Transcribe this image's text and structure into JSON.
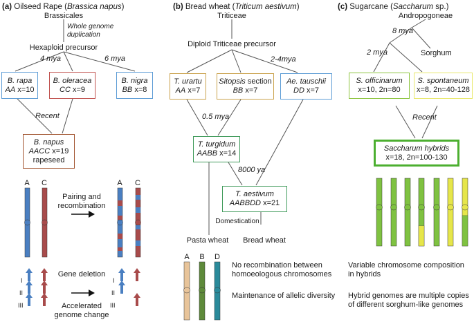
{
  "panels": {
    "a": {
      "letter": "(a)",
      "title_pre": "Oilseed Rape (",
      "title_italic": "Brassica napus",
      "title_post": ")"
    },
    "b": {
      "letter": "(b)",
      "title_pre": "Bread wheat (",
      "title_italic": "Triticum aestivum",
      "title_post": ")"
    },
    "c": {
      "letter": "(c)",
      "title_pre": "Sugarcane (",
      "title_italic": "Saccharum",
      "title_post": " sp.)"
    }
  },
  "brassica": {
    "order": "Brassicales",
    "wgd_line1": "Whole genome",
    "wgd_line2": "duplication",
    "precursor": "Hexaploid precursor",
    "age1": "4 mya",
    "age2": "6 mya",
    "rapa": {
      "name": "B. rapa",
      "genome": "AA",
      "count": "x=10",
      "color": "#5b9bd5"
    },
    "oleracea": {
      "name": "B. oleracea",
      "genome": "CC",
      "count": "x=9",
      "color": "#c0504d"
    },
    "nigra": {
      "name": "B. nigra",
      "genome": "BB",
      "count": "x=8",
      "color": "#5b9bd5"
    },
    "recent": "Recent",
    "napus": {
      "name": "B. napus",
      "genome": "AACC",
      "count": "x=19",
      "common": "rapeseed",
      "color": "#a0522d"
    },
    "chrom_a": "A",
    "chrom_c": "C",
    "pairing_line1": "Pairing and",
    "pairing_line2": "recombination",
    "gene_deletion": "Gene deletion",
    "accel_line1": "Accelerated",
    "accel_line2": "genome change",
    "roman": [
      "I",
      "II",
      "III"
    ],
    "chrom_colors": {
      "a": "#4a7fc1",
      "c": "#a84b4b"
    }
  },
  "wheat": {
    "tribe": "Triticeae",
    "precursor": "Diploid Triticeae precursor",
    "age1": "2-4mya",
    "urartu": {
      "name": "T. urartu",
      "genome": "AA",
      "count": "x=7",
      "color": "#c9a14a"
    },
    "sitopsis": {
      "name": "Sitopsis",
      "name_post": " section",
      "genome": "BB",
      "count": "x=7",
      "color": "#c9a14a"
    },
    "tauschii": {
      "name": "Ae. tauschii",
      "genome": "DD",
      "count": "x=7",
      "color": "#5b9bd5"
    },
    "age2": "0.5 mya",
    "turgidum": {
      "name": "T. turgidum",
      "genome": "AABB",
      "count": "x=14",
      "color": "#3f9a5a"
    },
    "age3": "8000 ya",
    "aestivum": {
      "name": "T. aestivum",
      "genome": "AABBDD",
      "count": "x=21",
      "color": "#3f9a5a"
    },
    "domestication": "Domestication",
    "pasta": "Pasta wheat",
    "bread": "Bread wheat",
    "chrom_labels": [
      "A",
      "B",
      "D"
    ],
    "chrom_colors": [
      "#e8c49a",
      "#5e8a3a",
      "#2a8a9a"
    ],
    "note1_line1": "No recombination between",
    "note1_line2": "homoeologous chromosomes",
    "note2": "Maintenance of allelic diversity"
  },
  "sugarcane": {
    "tribe": "Andropogoneae",
    "age1": "8 mya",
    "age2": "2 mya",
    "sorghum": "Sorghum",
    "officinarum": {
      "name": "S. officinarum",
      "count": "x=10, 2n=80",
      "color": "#8cc43c"
    },
    "spontaneum": {
      "name": "S. spontaneum",
      "count": "x=8, 2n=40-128",
      "color": "#e8e86a"
    },
    "recent": "Recent",
    "hybrids": {
      "name": "Saccharum hybrids",
      "count": "x=18, 2n=100-130",
      "color": "#4caf30"
    },
    "chrom_colors": {
      "green": "#7fc241",
      "yellow": "#e6e64a"
    },
    "note1_line1": "Variable chromosome composition",
    "note1_line2": "in hybrids",
    "note2_line1": "Hybrid genomes are multiple copies",
    "note2_line2": "of different sorghum-like genomes"
  }
}
